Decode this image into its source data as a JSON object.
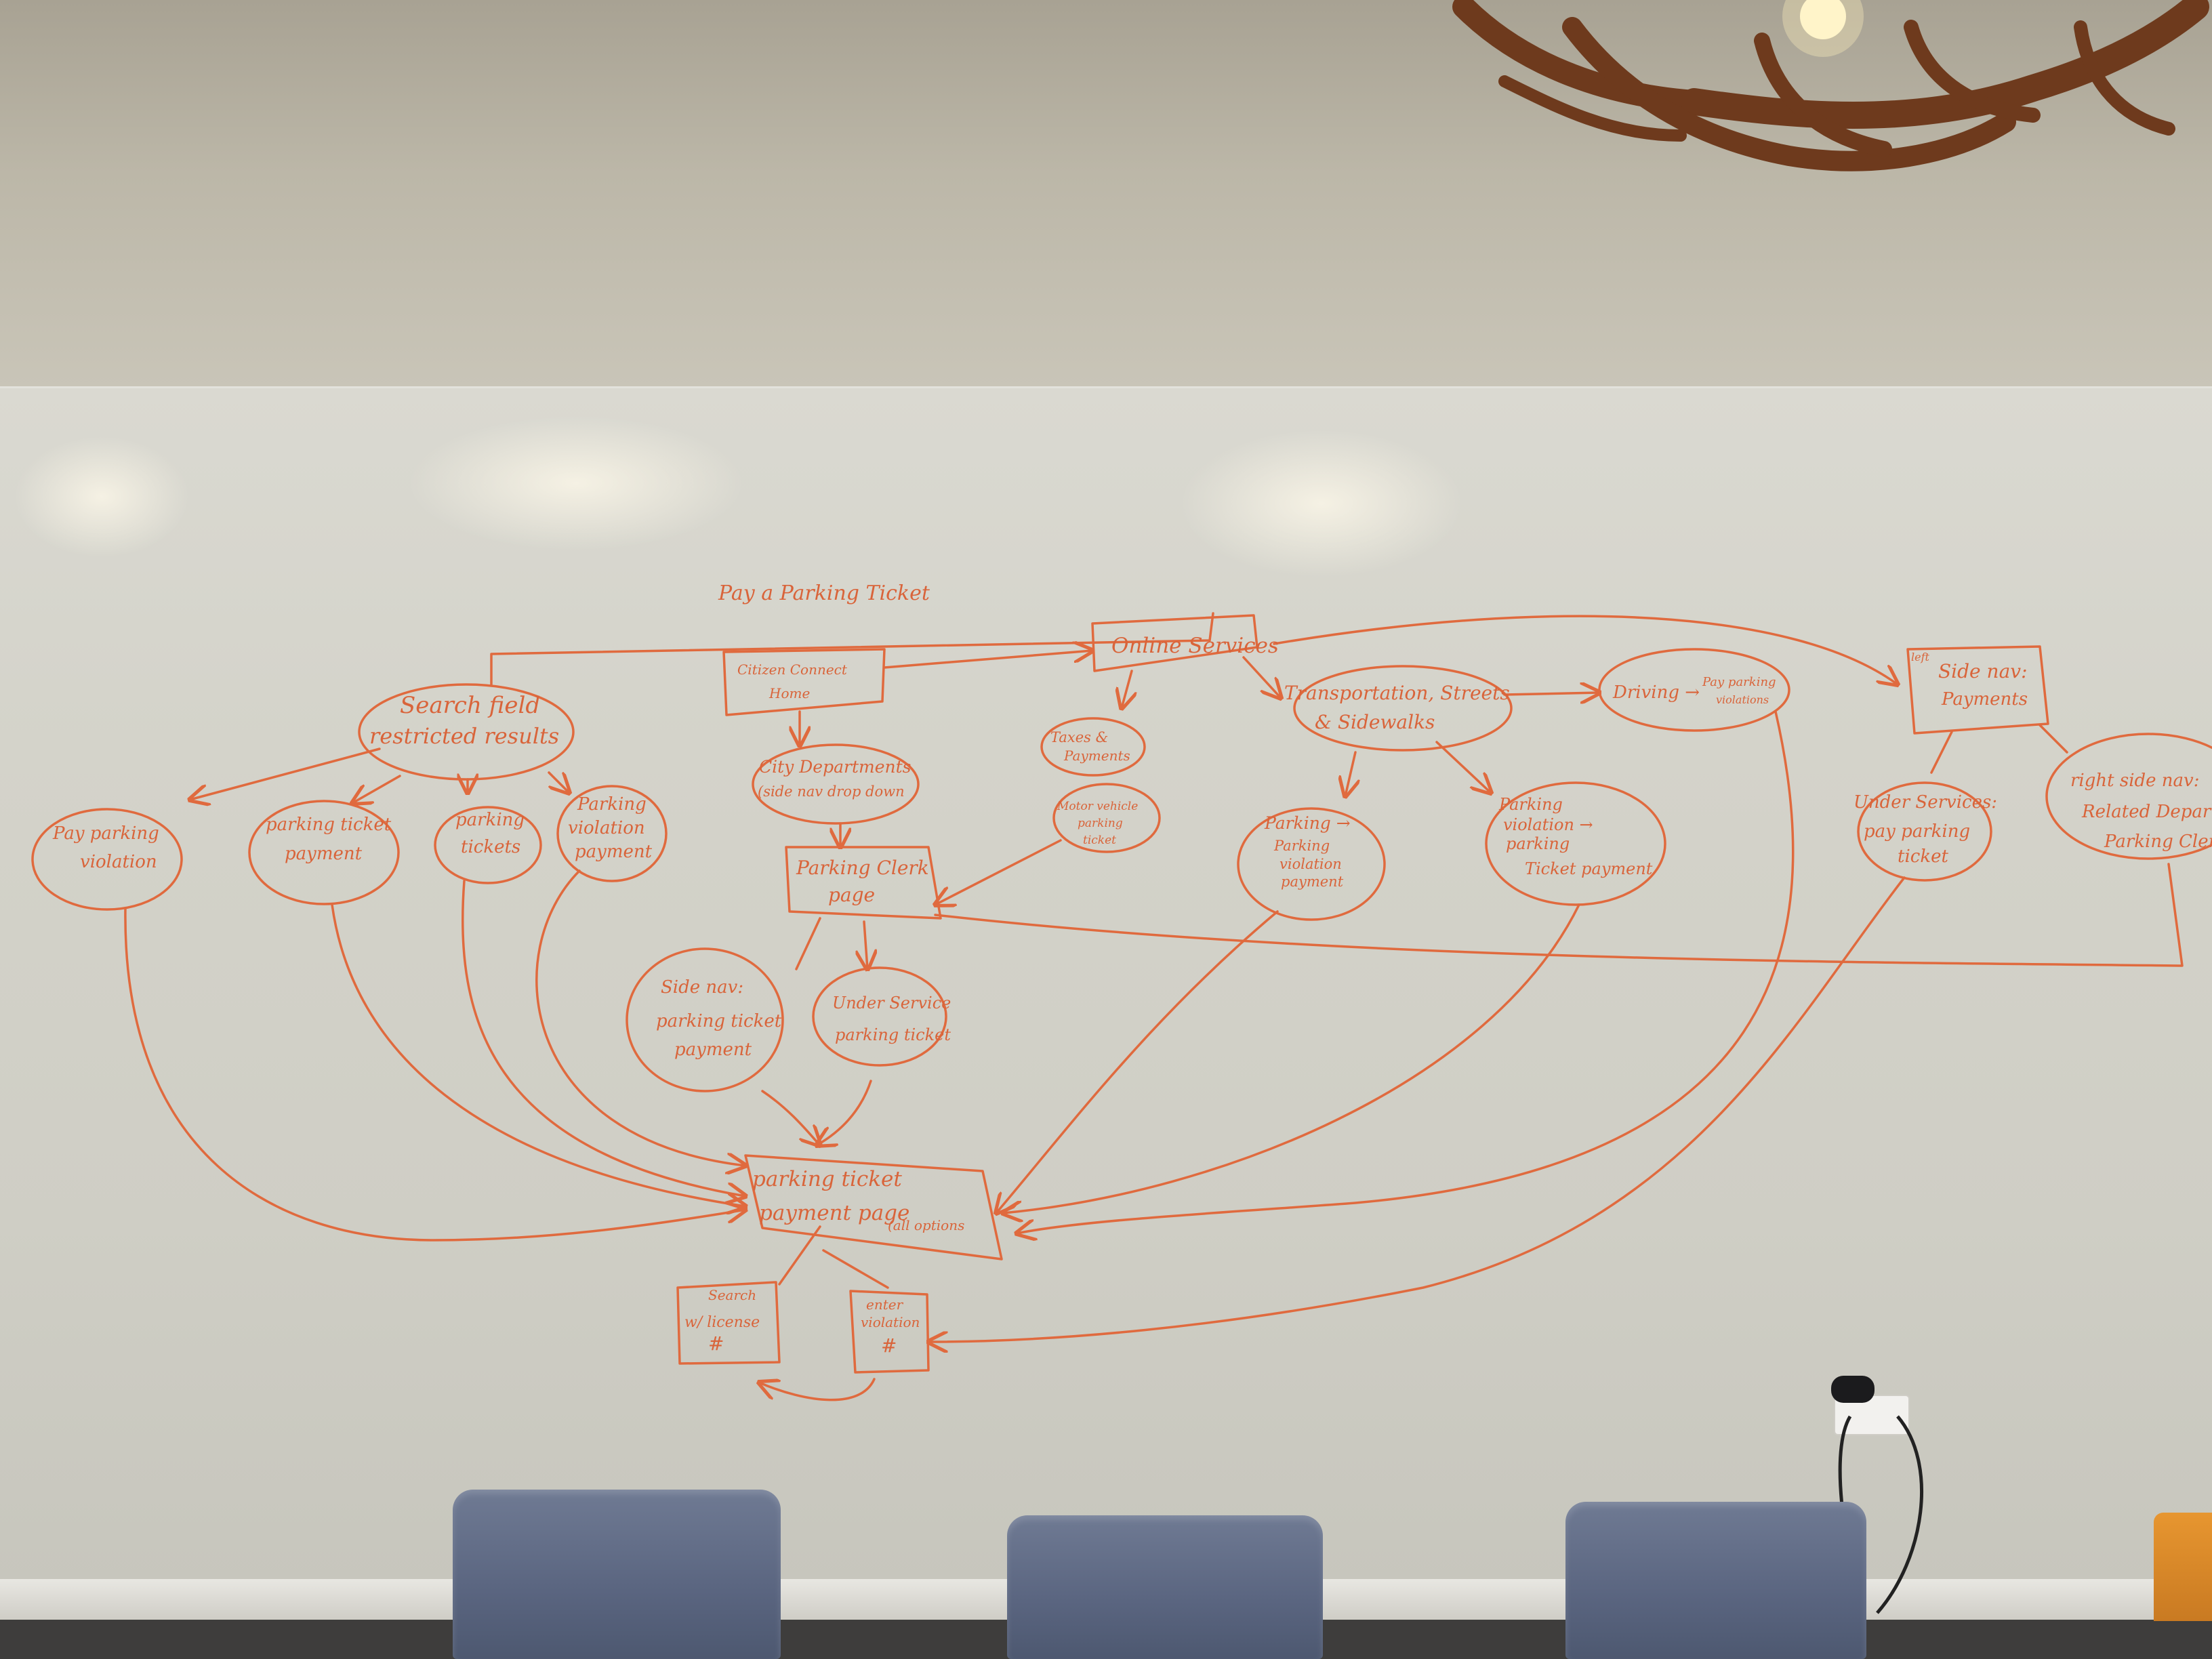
{
  "whiteboard": {
    "title": "Pay a Parking Ticket",
    "nodes": {
      "online_services": "Online Services",
      "citizen_connect_line1": "Citizen Connect",
      "citizen_connect_line2": "Home",
      "search_field_line1": "Search field",
      "search_field_line2": "restricted results",
      "city_departments_line1": "City Departments",
      "city_departments_line2": "(side nav drop down",
      "taxes_line1": "Taxes &",
      "taxes_line2": "Payments",
      "transportation_line1": "Transportation, Streets",
      "transportation_line2": "& Sidewalks",
      "driving": "Driving →",
      "pay_parking_violations_line1": "Pay parking",
      "pay_parking_violations_line2": "violations",
      "side_nav_payments_line1": "left",
      "side_nav_payments_line2": "Side nav:",
      "side_nav_payments_line3": "Payments",
      "right_side_nav_line1": "right side nav:",
      "right_side_nav_line2": "Related Depart",
      "right_side_nav_line3": "Parking Clerk",
      "pay_parking_violation_line1": "Pay parking",
      "pay_parking_violation_line2": "violation",
      "parking_ticket_payment_line1": "parking ticket",
      "parking_ticket_payment_line2": "payment",
      "parking_tickets_line1": "parking",
      "parking_tickets_line2": "tickets",
      "parking_violation_payment_line1": "Parking",
      "parking_violation_payment_line2": "violation",
      "parking_violation_payment_line3": "payment",
      "parking_clerk_line1": "Parking Clerk",
      "parking_clerk_line2": "page",
      "motor_vehicle_line1": "Motor vehicle",
      "motor_vehicle_line2": "parking",
      "motor_vehicle_line3": "ticket",
      "parking_arrow_line1": "Parking →",
      "parking_arrow_line2": "Parking",
      "parking_arrow_line3": "violation",
      "parking_arrow_line4": "payment",
      "pv_arrow_line1": "Parking",
      "pv_arrow_line2": "violation →",
      "pv_arrow_line3": "parking",
      "pv_arrow_line4": "Ticket payment",
      "under_services_line1": "Under Services:",
      "under_services_line2": "pay parking",
      "under_services_line3": "ticket",
      "side_nav_ptp_line1": "Side nav:",
      "side_nav_ptp_line2": "parking ticket",
      "side_nav_ptp_line3": "payment",
      "under_service_pt_line1": "Under Service",
      "under_service_pt_line2": "parking ticket",
      "payment_page_line1": "parking ticket",
      "payment_page_line2": "payment page",
      "payment_page_line3": "(all options",
      "search_license_line1": "Search",
      "search_license_line2": "w/ license",
      "search_license_line3": "#",
      "enter_violation_line1": "enter",
      "enter_violation_line2": "violation",
      "enter_violation_line3": "#"
    }
  },
  "colors": {
    "marker_ink": "#e06a3e",
    "whiteboard": "#d4d3ca",
    "wall": "#bcb7a8",
    "chairs": "#5a6580"
  }
}
